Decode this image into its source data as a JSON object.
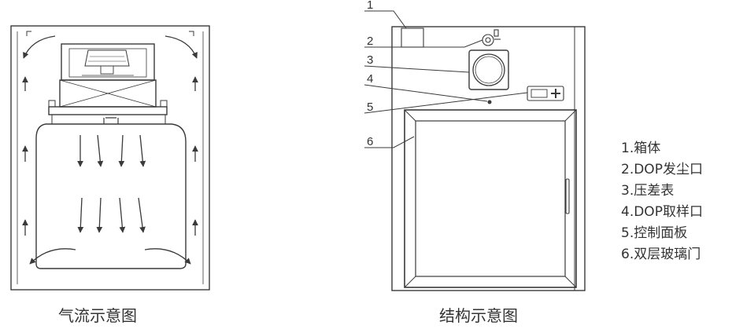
{
  "captions": {
    "airflow": "气流示意图",
    "structure": "结构示意图"
  },
  "callout_numbers": [
    "1",
    "2",
    "3",
    "4",
    "5",
    "6"
  ],
  "legend": [
    "1.箱体",
    "2.DOP发尘口",
    "3.压差表",
    "4.DOP取样口",
    "5.控制面板",
    "6.双层玻璃门"
  ],
  "colors": {
    "line": "#3a3a3a",
    "text": "#333333",
    "background": "#ffffff"
  }
}
